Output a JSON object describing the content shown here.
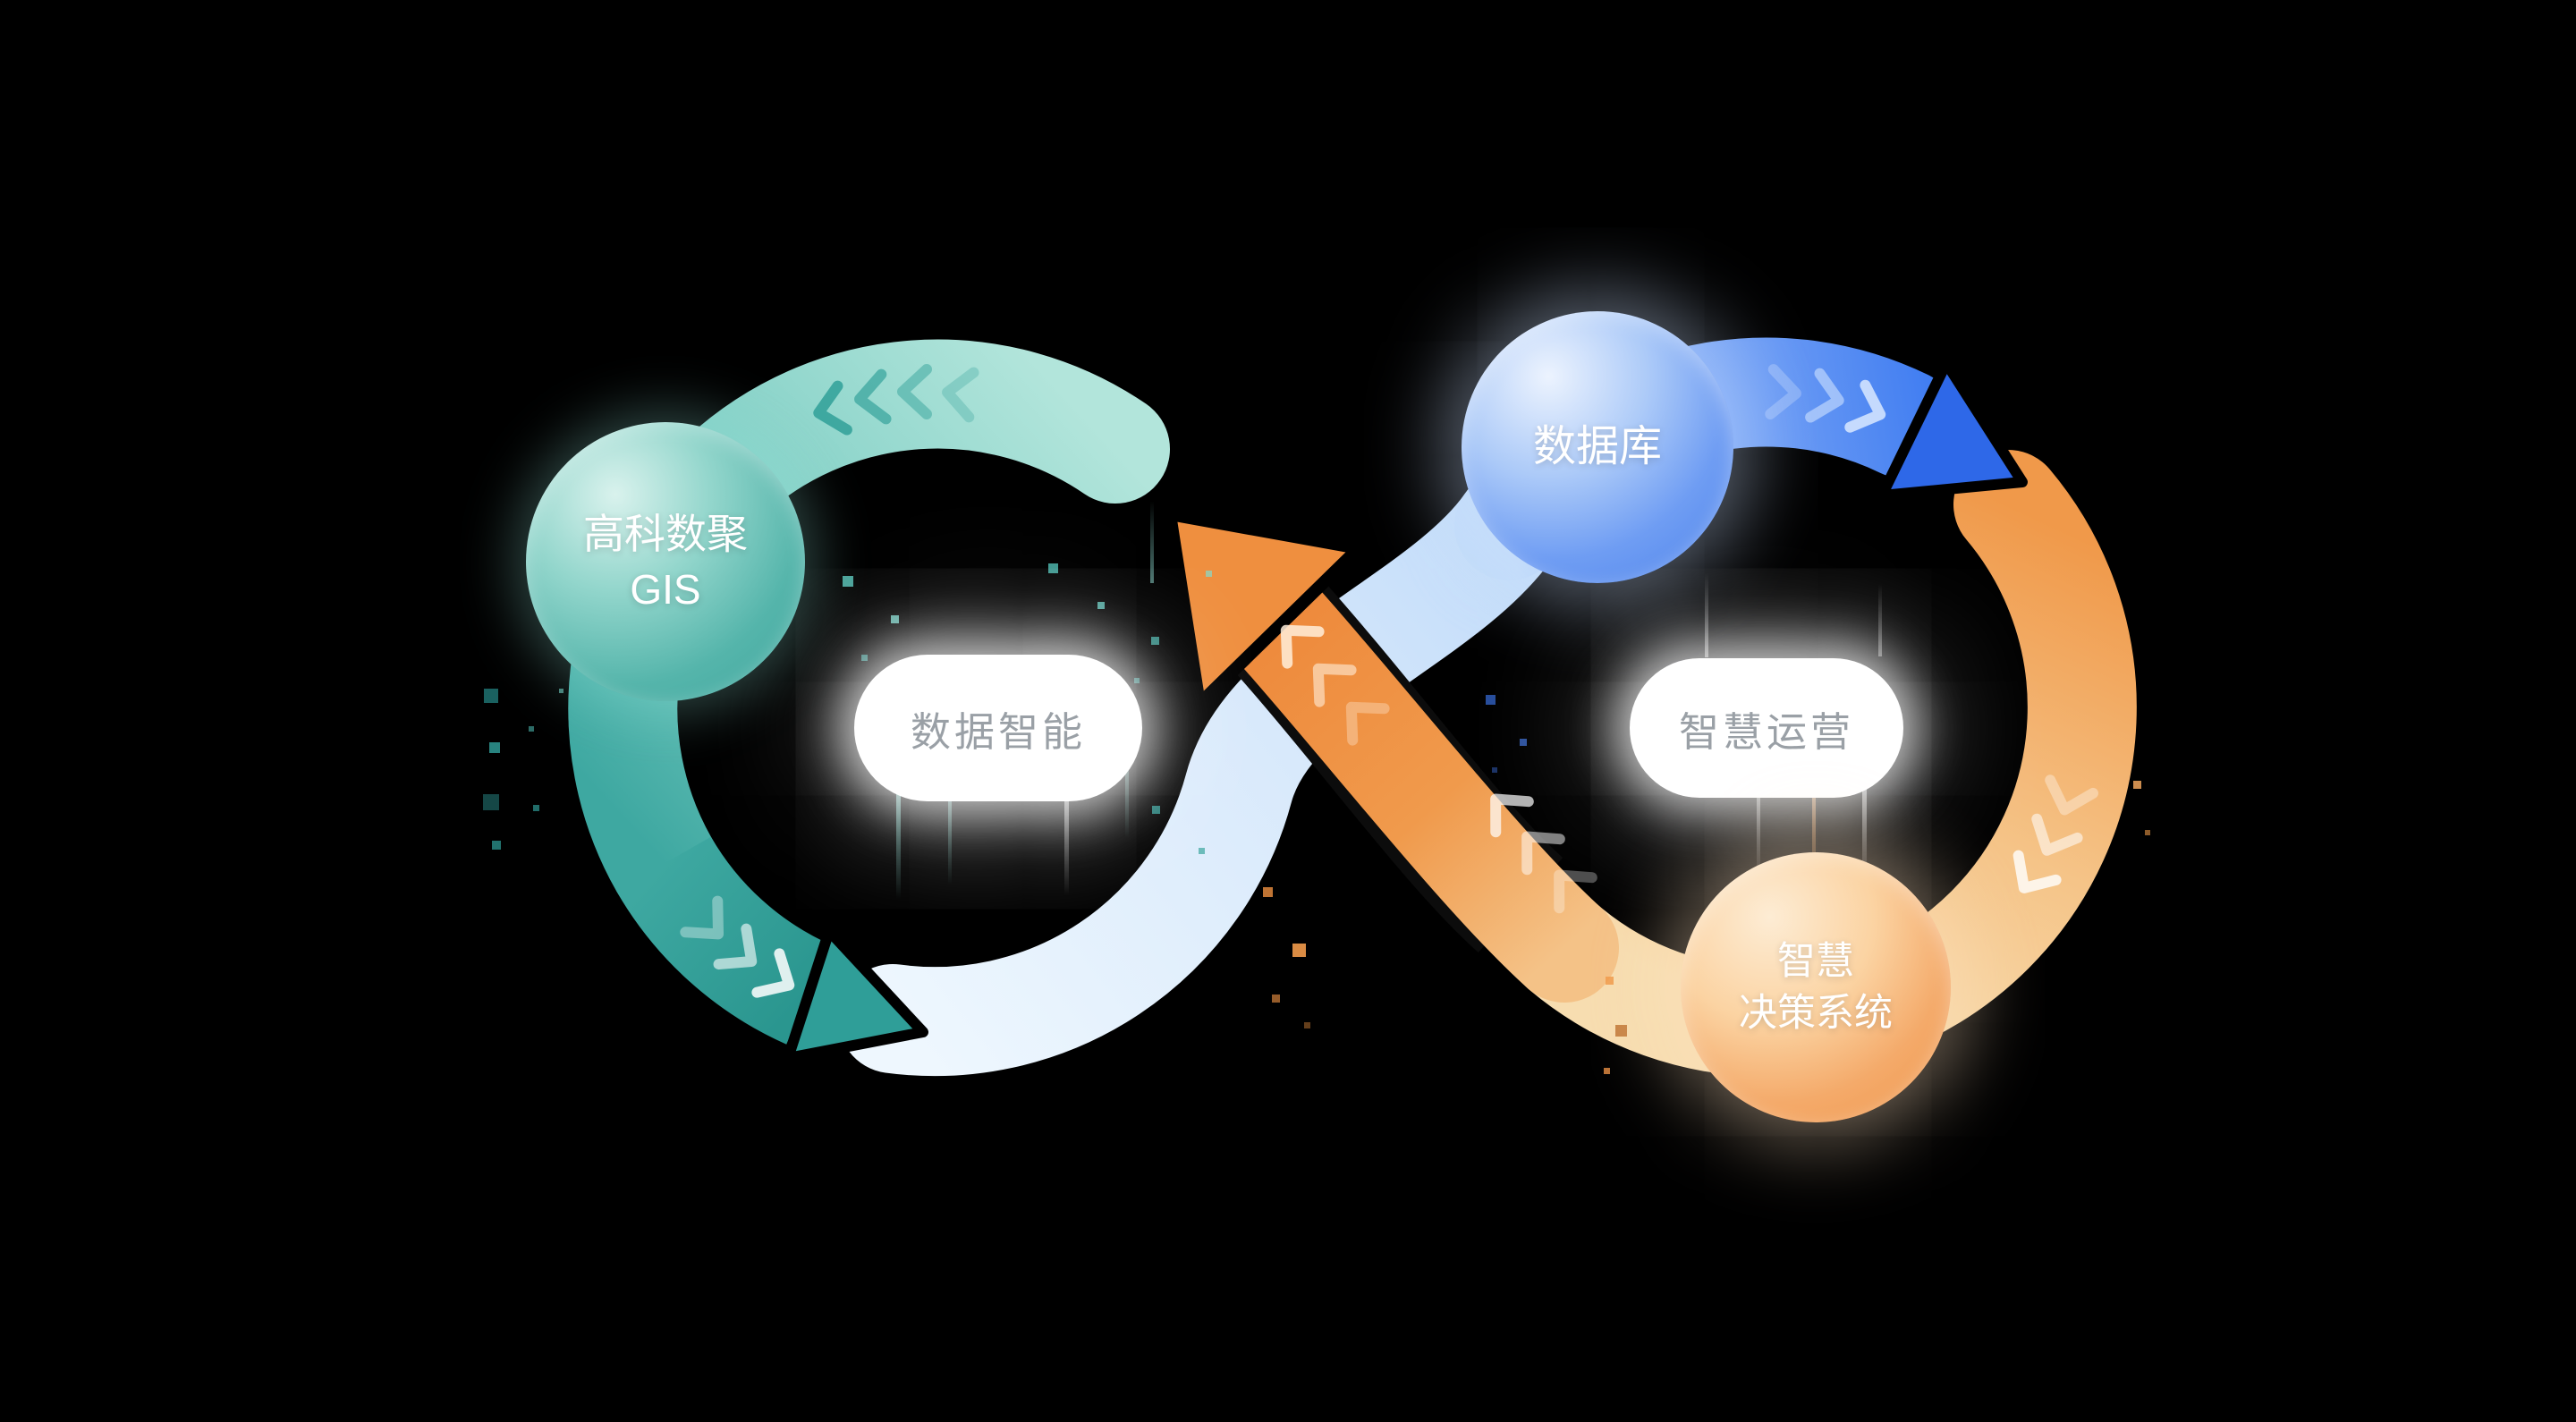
{
  "diagram": {
    "nodes": {
      "gis": {
        "line1": "高科数聚",
        "line2": "GIS"
      },
      "database": {
        "label": "数据库"
      },
      "decision": {
        "line1": "智慧",
        "line2": "决策系统"
      }
    },
    "loop_labels": {
      "left": "数据智能",
      "right": "智慧运营"
    },
    "colors": {
      "background": "#000000",
      "teal": "#2f9e98",
      "mint": "#aee3da",
      "light_blue": "#d9ecfb",
      "blue": "#3f7cf0",
      "orange": "#ee8a3c",
      "cream": "#f6dcae",
      "pill_text": "#9aa0a6",
      "node_text": "#ffffff"
    }
  }
}
